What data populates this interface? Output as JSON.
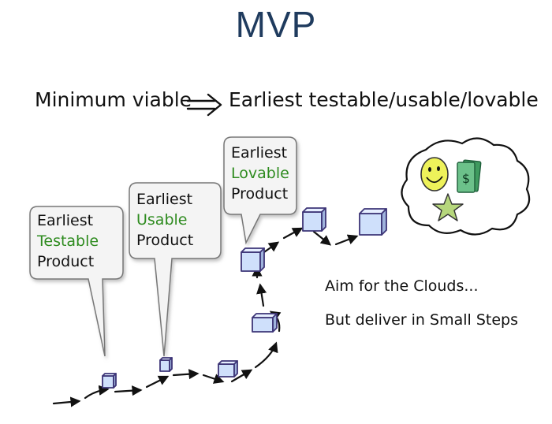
{
  "title": "MVP",
  "headline": {
    "left": "Minimum viable",
    "right": "Earliest testable/usable/lovable"
  },
  "bubbles": [
    {
      "line1": "Earliest",
      "line2": "Testable",
      "line3": "Product"
    },
    {
      "line1": "Earliest",
      "line2": "Usable",
      "line3": "Product"
    },
    {
      "line1": "Earliest",
      "line2": "Lovable",
      "line3": "Product"
    }
  ],
  "slogan": {
    "line1": "Aim for the Clouds...",
    "line2": "But deliver in Small Steps"
  },
  "icons": [
    "smiley-icon",
    "money-icon",
    "star-icon"
  ],
  "colors": {
    "title": "#1f3b5e",
    "highlight": "#2e8b1f",
    "cube_face": "#cfe0fb",
    "cube_edge": "#3d3577",
    "star": "#b6d77c",
    "smiley": "#eef25a",
    "money": "#4aa86c"
  }
}
